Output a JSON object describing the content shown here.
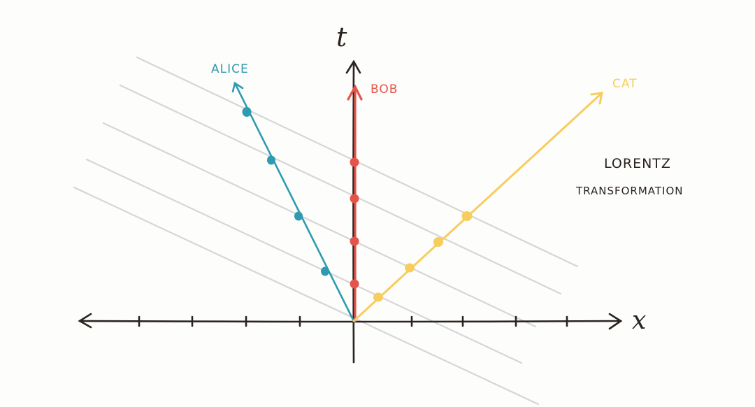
{
  "labels": {
    "time_axis": "t",
    "space_axis": "x",
    "alice": "ALICE",
    "bob": "BOB",
    "cat": "CAT",
    "title_line1": "LORENTZ",
    "title_line2": "TRANSFORMATION"
  },
  "colors": {
    "alice": "#2e9bb0",
    "bob": "#e5544a",
    "cat": "#f7cd5d",
    "axes": "#2a2320",
    "grid": "#d6d6d8",
    "text": "#2a2320"
  }
}
